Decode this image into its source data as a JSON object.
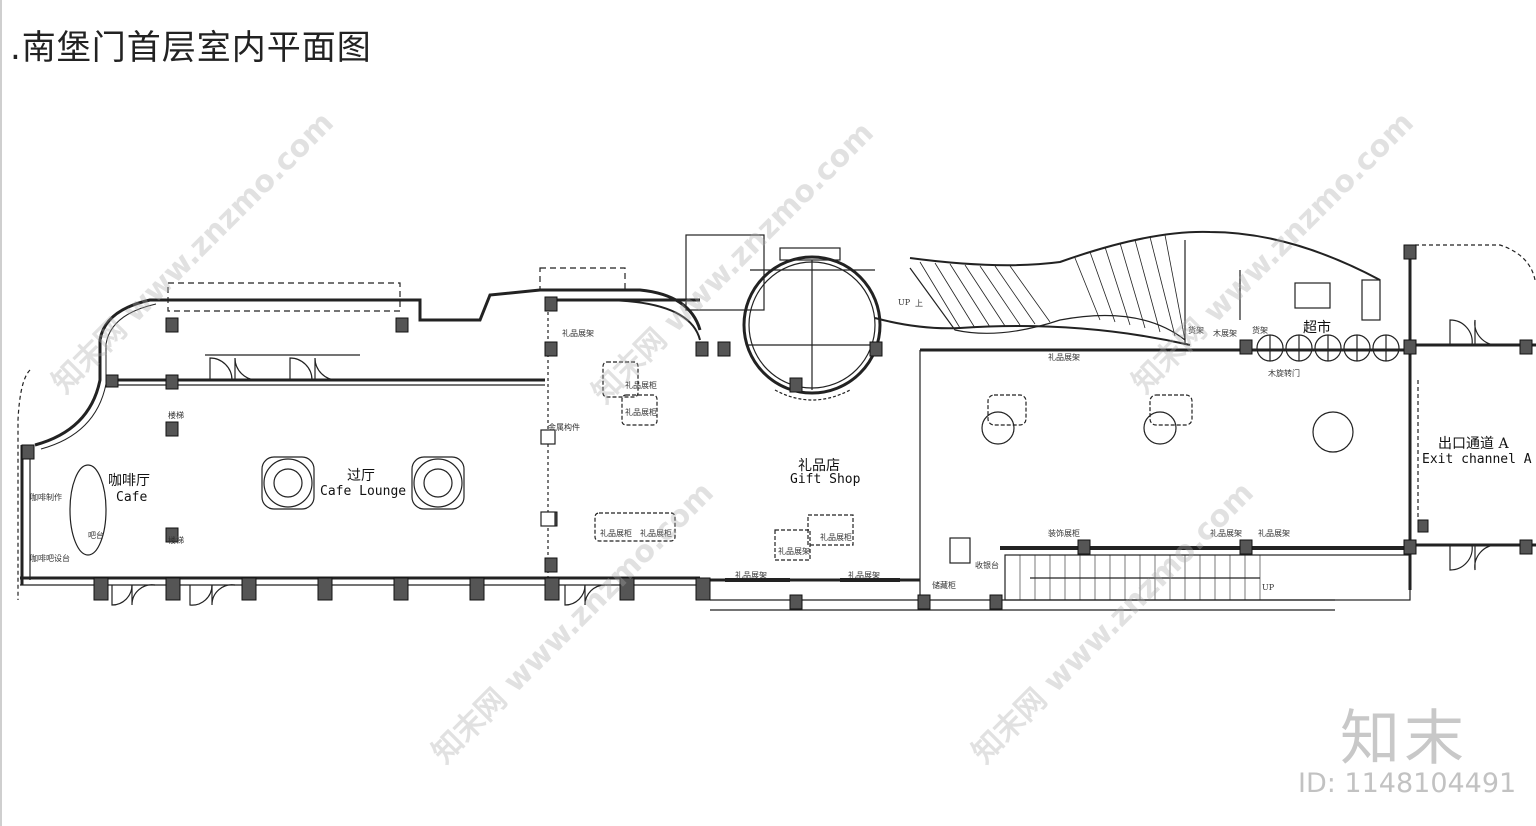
{
  "title": ".南堡门首层室内平面图",
  "rooms": {
    "cafe": {
      "zh": "咖啡厅",
      "en": "Cafe"
    },
    "lounge": {
      "zh": "过厅",
      "en": "Cafe Lounge"
    },
    "gift": {
      "zh": "礼品店",
      "en": "Gift Shop"
    },
    "market": {
      "zh": "超市"
    },
    "exit": {
      "zh": "出口通道 A",
      "en": "Exit channel A"
    }
  },
  "annotations": {
    "coffee_make": "咖啡制作",
    "bar": "吧台",
    "coffee_counter": "咖啡吧设台",
    "stair1": "楼梯",
    "stair2": "楼梯",
    "metal": "金属构件",
    "gift_cab1": "礼品展架",
    "gift_cab2": "礼品展柜",
    "gift_cab3": "礼品展柜",
    "gift_cab4": "礼品展柜",
    "gift_cab5": "礼品展柜",
    "gift_cab6": "礼品展柜",
    "gift_rack1": "礼品展架",
    "gift_rack2": "礼品展架",
    "gift_rack3": "礼品展架",
    "gift_rack4": "礼品展架",
    "deco_cab": "装饰展柜",
    "gift_rack5": "礼品展架",
    "gift_rack6": "礼品展架",
    "cashier": "收银台",
    "storage": "储藏柜",
    "revolving": "木旋转门",
    "wood_shelf": "木展架",
    "shelf": "货架",
    "shelf2": "货架",
    "up1": "UP",
    "up2": "UP",
    "up_zh": "上"
  },
  "watermarks": {
    "diag": "知末网 www.znzmo.com",
    "logo": "知末",
    "id": "ID: 1148104491"
  }
}
